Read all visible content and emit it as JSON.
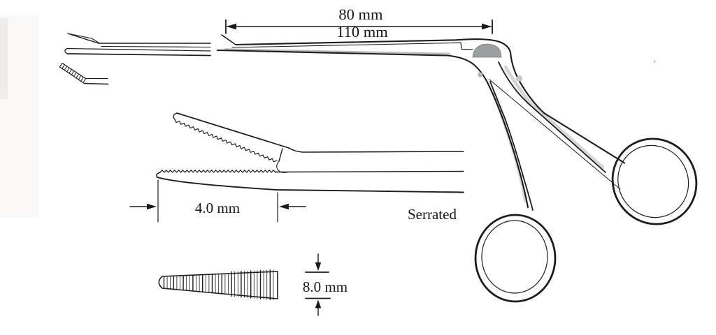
{
  "diagram": {
    "labels": {
      "dim_80": "80 mm",
      "dim_110": "110 mm",
      "dim_4": "4.0 mm",
      "serrated": "Serrated",
      "dim_8": "8.0 mm"
    },
    "colors": {
      "line": "#1c1c1c",
      "hinge_shade_gray": "#9b9fa0",
      "background": "#ffffff"
    }
  }
}
